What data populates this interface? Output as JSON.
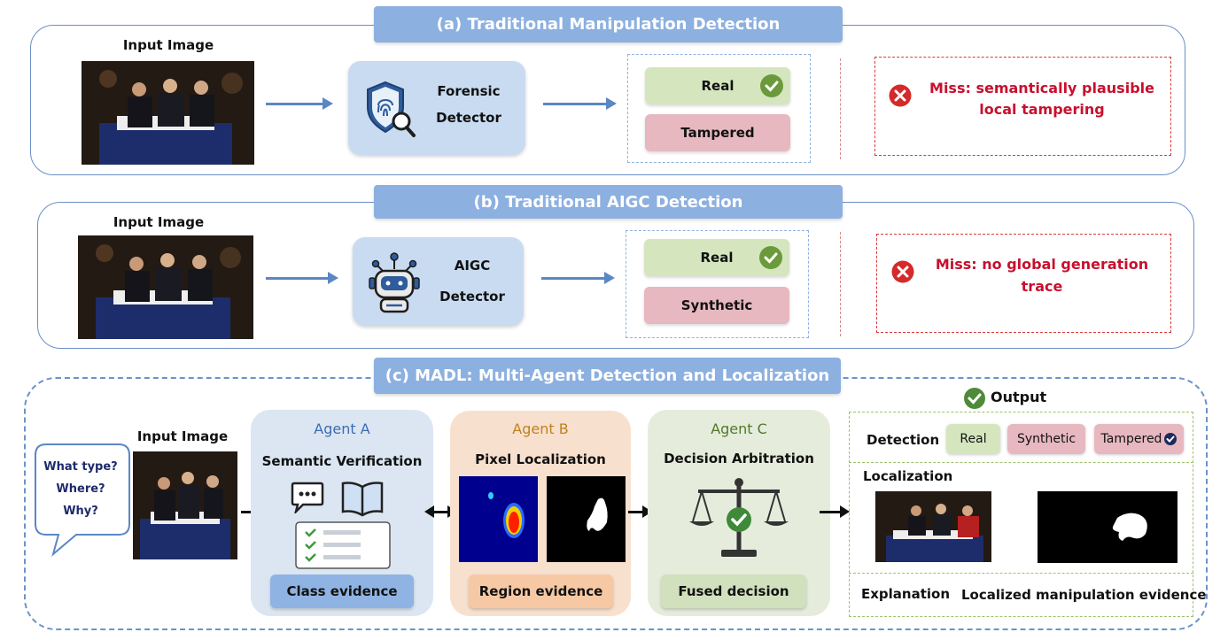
{
  "section_a": {
    "title": "(a) Traditional Manipulation Detection",
    "input_label": "Input Image",
    "detector_line1": "Forensic",
    "detector_line2": "Detector",
    "real_label": "Real",
    "tampered_label": "Tampered",
    "miss_line1": "Miss: semantically plausible",
    "miss_line2": "local tampering",
    "detector_icon": "shield-fingerprint-magnifier-icon"
  },
  "section_b": {
    "title": "(b) Traditional AIGC Detection",
    "input_label": "Input Image",
    "detector_line1": "AIGC",
    "detector_line2": "Detector",
    "real_label": "Real",
    "synthetic_label": "Synthetic",
    "miss_line1": "Miss: no global generation",
    "miss_line2": "trace",
    "detector_icon": "robot-icon"
  },
  "section_c": {
    "title": "(c) MADL: Multi-Agent Detection and Localization",
    "input_label": "Input Image",
    "questions": [
      "What type?",
      "Where?",
      "Why?"
    ],
    "agent_a": {
      "name": "Agent A",
      "task": "Semantic Verification",
      "evidence": "Class evidence",
      "color": "#dbe6f2",
      "name_color": "#3b6db0"
    },
    "agent_b": {
      "name": "Agent B",
      "task": "Pixel Localization",
      "evidence": "Region evidence",
      "color": "#f8e0cf",
      "name_color": "#c0821e"
    },
    "agent_c": {
      "name": "Agent C",
      "task": "Decision Arbitration",
      "evidence": "Fused decision",
      "color": "#e6ecdc",
      "name_color": "#4f7a2a"
    },
    "output": {
      "title": "Output",
      "detection_label": "Detection",
      "real": "Real",
      "synthetic": "Synthetic",
      "tampered": "Tampered",
      "localization_label": "Localization",
      "explanation_label": "Explanation",
      "explanation_text": "Localized manipulation evidence"
    }
  },
  "colors": {
    "accent_blue": "#8cb0e0",
    "check_green": "#6a9a3a",
    "miss_red": "#c8102e"
  }
}
